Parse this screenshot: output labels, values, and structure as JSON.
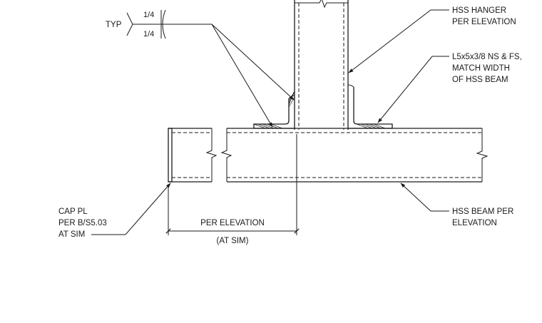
{
  "weld": {
    "typ": "TYP",
    "size_top": "1/4",
    "size_bottom": "1/4"
  },
  "callouts": {
    "hss_hanger": [
      "HSS HANGER",
      "PER ELEVATION"
    ],
    "angle": [
      "L5x5x3/8 NS & FS,",
      "MATCH WIDTH",
      "OF HSS BEAM"
    ],
    "cap_plate": [
      "CAP PL",
      "PER  B/S5.03",
      "AT SIM"
    ],
    "hss_beam": [
      "HSS BEAM PER",
      "ELEVATION"
    ]
  },
  "dimension": {
    "label": "PER ELEVATION",
    "sub_label": "(AT SIM)"
  }
}
